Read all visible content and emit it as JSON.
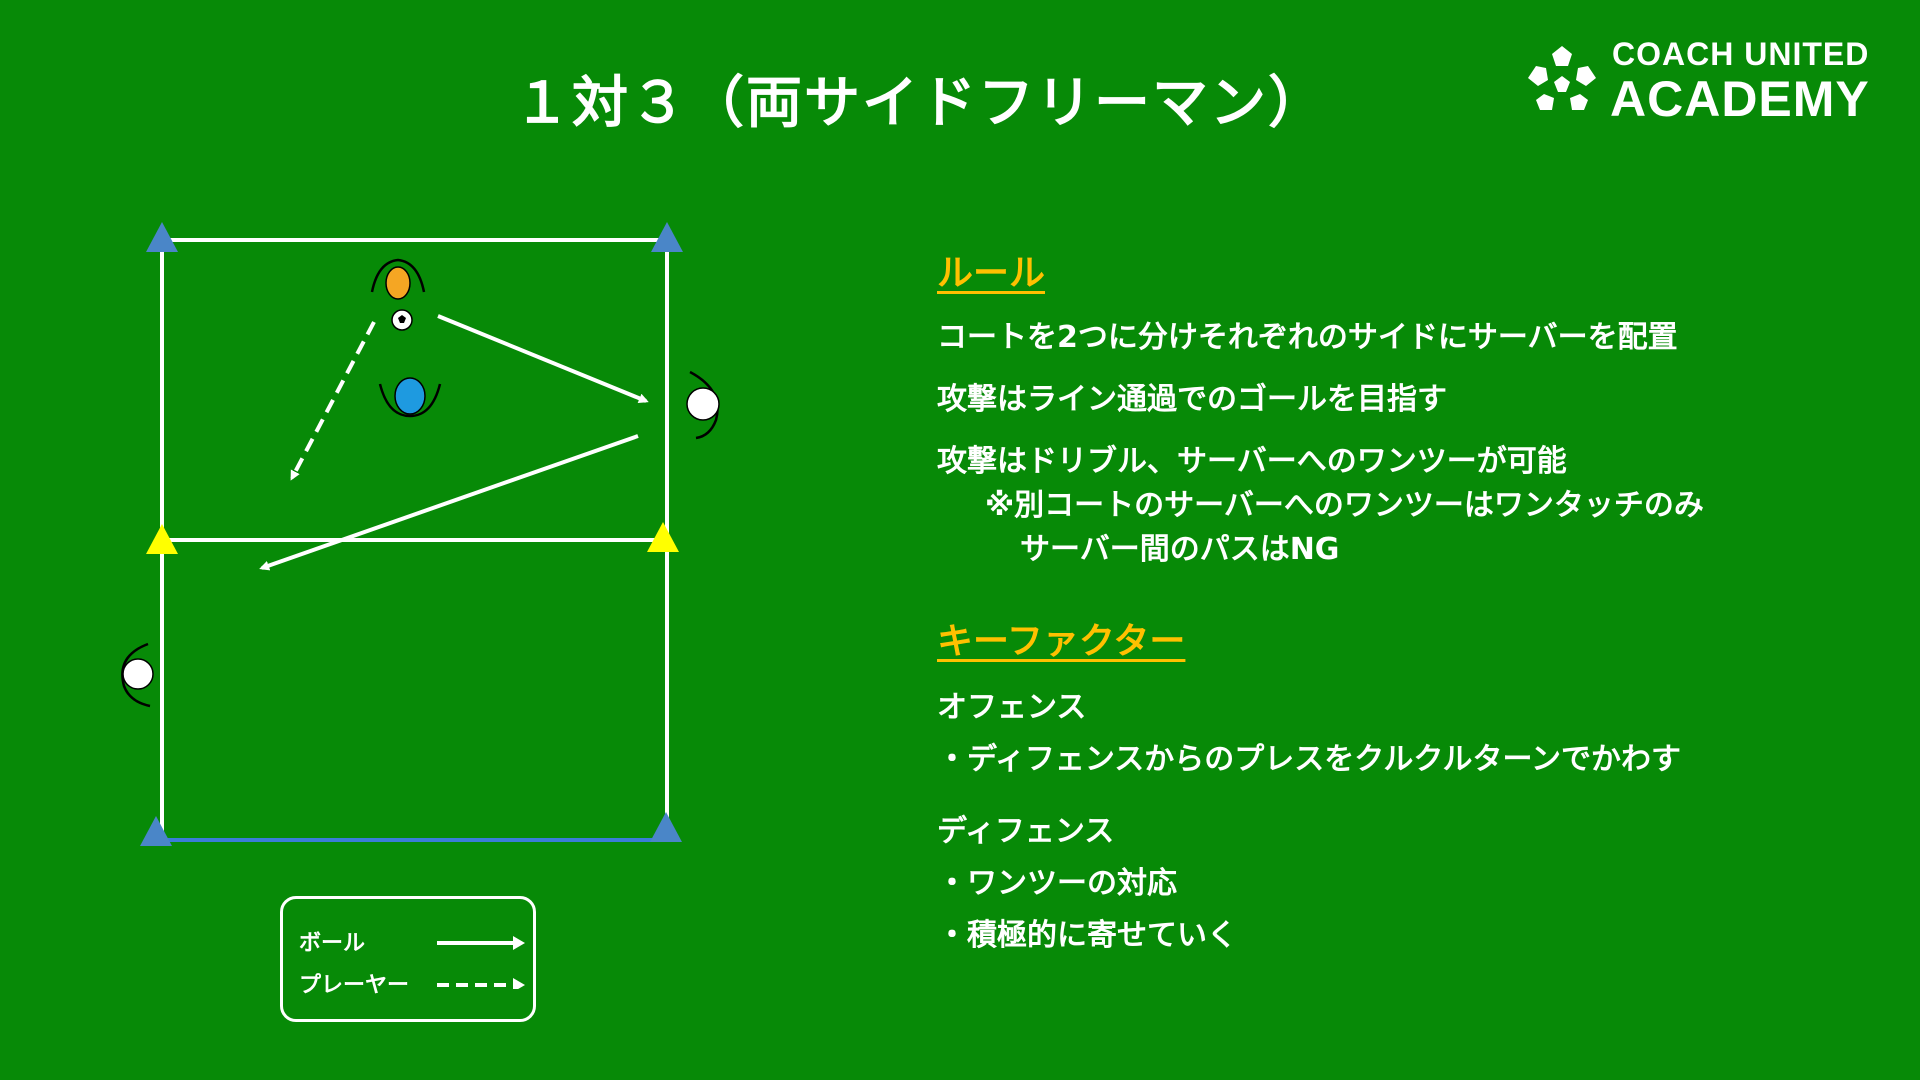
{
  "title": "１対３（両サイドフリーマン）",
  "logo": {
    "line1": "COACH UNITED",
    "line2": "ACADEMY"
  },
  "rules": {
    "heading": "ルール",
    "lines": [
      "コートを2つに分けそれぞれのサイドにサーバーを配置",
      "攻撃はライン通過でのゴールを目指す",
      "攻撃はドリブル、サーバーへのワンツーが可能",
      "※別コートのサーバーへのワンツーはワンタッチのみ",
      "サーバー間のパスはNG"
    ]
  },
  "key_factors": {
    "heading": "キーファクター",
    "offense_title": "オフェンス",
    "offense_items": [
      "・ディフェンスからのプレスをクルクルターンでかわす"
    ],
    "defense_title": "ディフェンス",
    "defense_items": [
      "・ワンツーの対応",
      "・積極的に寄せていく"
    ]
  },
  "legend": {
    "ball": "ボール",
    "player": "プレーヤー"
  },
  "colors": {
    "background": "#078a07",
    "accent": "#ffc000",
    "cone_blue": "#4a86c8",
    "cone_yellow": "#ffff00",
    "attacker": "#f5a623",
    "defender": "#1e9ae0",
    "server": "#ffffff"
  },
  "icons": [
    "soccer-ball-icon",
    "logo-ball-icon"
  ]
}
